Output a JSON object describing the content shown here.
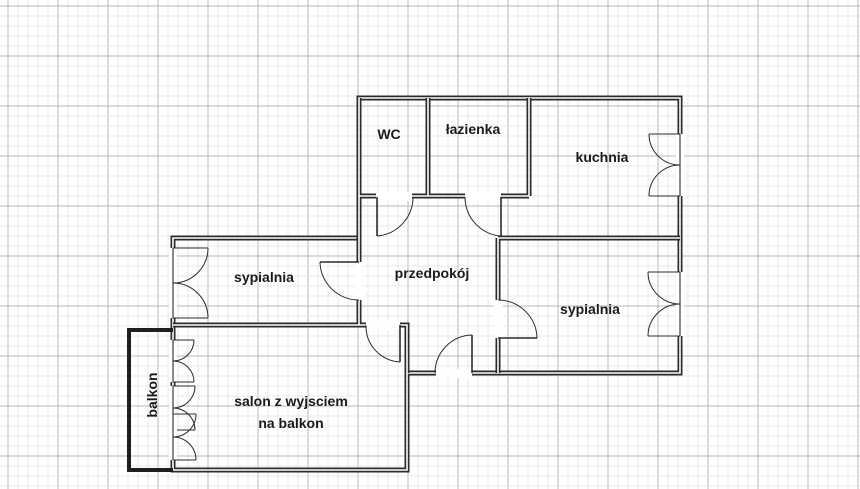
{
  "rooms": {
    "wc": "WC",
    "lazienka": "łazienka",
    "kuchnia": "kuchnia",
    "sypialnia_left": "sypialnia",
    "przedpokoj": "przedpokój",
    "sypialnia_right": "sypialnia",
    "salon_line1": "salon z wyjsciem",
    "salon_line2": "na balkon",
    "balkon": "balkon"
  },
  "colors": {
    "wall": "#2b2b2b",
    "grid_minor": "#e3e3e3",
    "grid_major": "#b9b9b9",
    "balcony_wall": "#1e1e1e"
  }
}
